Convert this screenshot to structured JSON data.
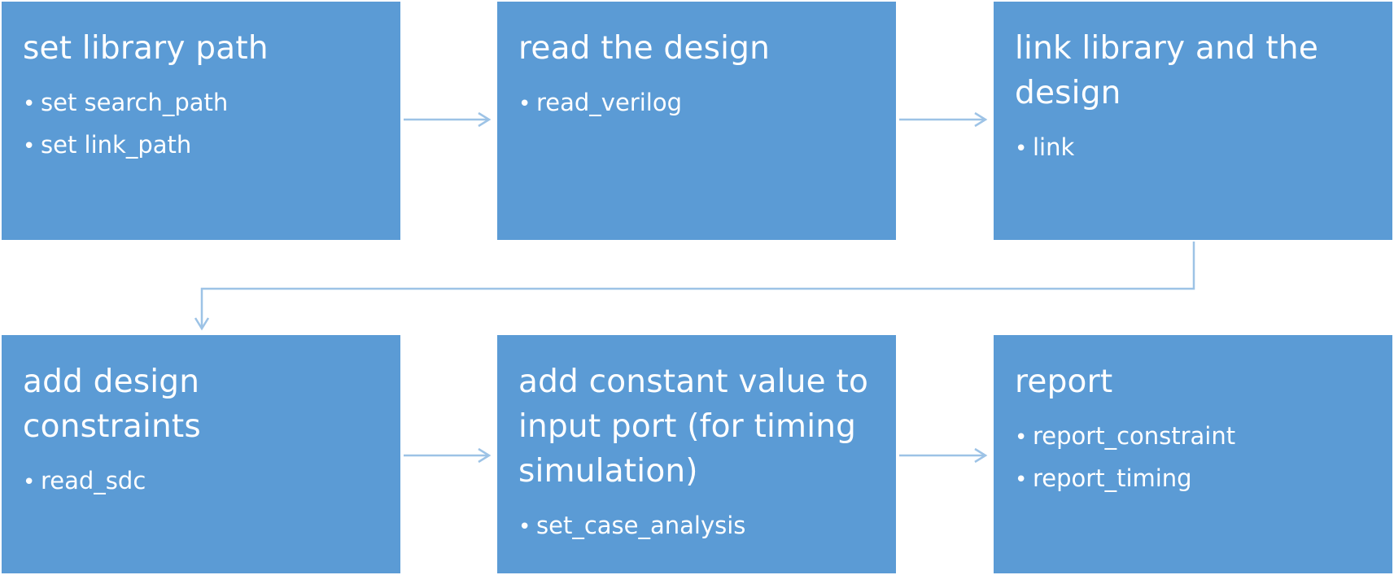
{
  "colors": {
    "box_fill": "#5b9bd5",
    "box_text": "#ffffff",
    "connector": "#9dc3e6",
    "background": "#ffffff"
  },
  "steps": [
    {
      "title": "set library path",
      "bullets": [
        "set search_path",
        "set link_path"
      ]
    },
    {
      "title": "read the design",
      "bullets": [
        "read_verilog"
      ]
    },
    {
      "title": "link library and the design",
      "bullets": [
        "link"
      ]
    },
    {
      "title": "add design constraints",
      "bullets": [
        "read_sdc"
      ]
    },
    {
      "title": "add constant value to input port (for timing simulation)",
      "bullets": [
        "set_case_analysis"
      ]
    },
    {
      "title": "report",
      "bullets": [
        "report_constraint",
        "report_timing"
      ]
    }
  ]
}
